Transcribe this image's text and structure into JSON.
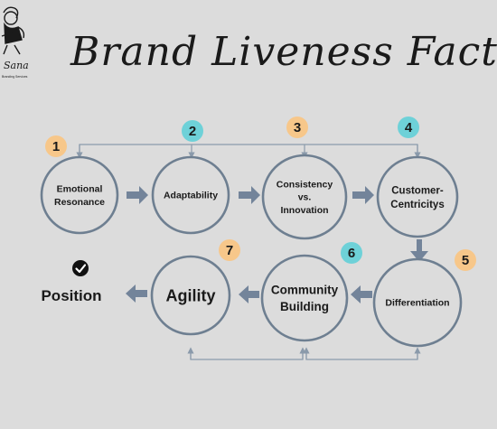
{
  "logo": {
    "script": "Sana",
    "tagline": "Branding Services"
  },
  "title": "Brand Liveness Factors",
  "colors": {
    "background": "#dcdcdc",
    "circle_stroke": "#6e7f91",
    "arrow": "#73849a",
    "connector": "#8a9aab",
    "badge_orange": "#f7c78a",
    "badge_teal": "#6ed1d8",
    "text": "#1a1a1a"
  },
  "factors": [
    {
      "number": "1",
      "lines": [
        "Emotional",
        "Resonance"
      ],
      "badge_color": "orange"
    },
    {
      "number": "2",
      "lines": [
        "Adaptability"
      ],
      "badge_color": "teal"
    },
    {
      "number": "3",
      "lines": [
        "Consistency",
        "vs.",
        "Innovation"
      ],
      "badge_color": "orange"
    },
    {
      "number": "4",
      "lines": [
        "Customer-",
        "Centricitys"
      ],
      "badge_color": "teal"
    },
    {
      "number": "5",
      "lines": [
        "Differentiation"
      ],
      "badge_color": "orange"
    },
    {
      "number": "6",
      "lines": [
        "Community",
        "Building"
      ],
      "badge_color": "teal"
    },
    {
      "number": "7",
      "lines": [
        "Agility"
      ],
      "badge_color": "orange"
    }
  ],
  "outcome": {
    "label": "Position",
    "icon": "check-circle-icon"
  }
}
